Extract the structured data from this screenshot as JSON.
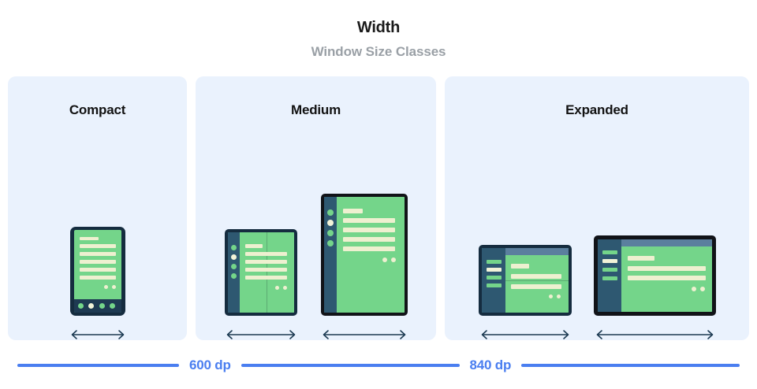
{
  "header": {
    "title": "Width",
    "subtitle": "Window Size Classes"
  },
  "panels": [
    {
      "key": "compact",
      "label": "Compact",
      "devices": [
        {
          "name": "phone-device",
          "type": "phone",
          "orientation": "portrait",
          "frame_color": "#152c3f",
          "screen_color": "#74d58a",
          "nav_dots": [
            "green",
            "cream",
            "green",
            "green"
          ],
          "content_bars": 6,
          "trailing_dots": 2
        }
      ],
      "arrow": "double-headed-horizontal-arrow"
    },
    {
      "key": "medium",
      "label": "Medium",
      "devices": [
        {
          "name": "foldable-portrait-device",
          "type": "foldable",
          "orientation": "portrait",
          "frame_color": "#152c3f",
          "sidebar_color": "#2e5871",
          "sidebar_dots": [
            "green",
            "cream",
            "green",
            "green"
          ],
          "content_bars": 5,
          "trailing_dots": 2,
          "fold_line": "vertical"
        },
        {
          "name": "tablet-portrait-device",
          "type": "tablet",
          "orientation": "portrait",
          "frame_color": "#111318",
          "sidebar_color": "#2e5871",
          "sidebar_dots": [
            "green",
            "cream",
            "green",
            "green"
          ],
          "content_bars": 5,
          "trailing_dots": 2
        }
      ],
      "arrow": "double-headed-horizontal-arrow"
    },
    {
      "key": "expanded",
      "label": "Expanded",
      "devices": [
        {
          "name": "foldable-landscape-device",
          "type": "foldable",
          "orientation": "landscape",
          "frame_color": "#152c3f",
          "sidebar_color": "#2e5871",
          "sidebar_bars": [
            "green",
            "cream",
            "green",
            "green"
          ],
          "topbar_color": "#5b7f9e",
          "content_bars": 3,
          "trailing_dots": 2,
          "fold_line": "horizontal"
        },
        {
          "name": "tablet-landscape-device",
          "type": "tablet",
          "orientation": "landscape",
          "frame_color": "#111318",
          "sidebar_color": "#2e5871",
          "sidebar_bars": [
            "green",
            "cream",
            "green",
            "green"
          ],
          "topbar_color": "#5b7f9e",
          "content_bars": 3,
          "trailing_dots": 2
        }
      ],
      "arrow": "double-headed-horizontal-arrow"
    }
  ],
  "breakpoints": [
    {
      "key": "bp600",
      "label": "600 dp"
    },
    {
      "key": "bp840",
      "label": "840 dp"
    }
  ],
  "colors": {
    "panel_background": "#eaf2fd",
    "page_background": "#ffffff",
    "accent_blue": "#4a7ef0",
    "device_green": "#74d58a",
    "device_cream": "#eef0d0",
    "device_navy": "#152c3f",
    "device_black": "#111318",
    "device_sidebar": "#2e5871",
    "device_topbar": "#5b7f9e",
    "title_color": "#1a1a1a",
    "subtitle_color": "#9aa0a6"
  }
}
